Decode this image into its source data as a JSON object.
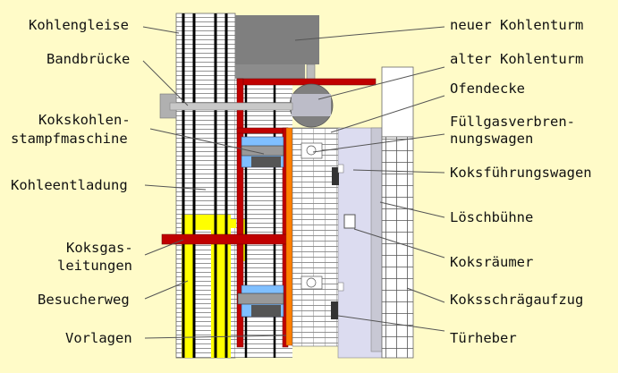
{
  "labels_left": [
    {
      "text": "Kohlengleise"
    },
    {
      "text": "Bandbrücke"
    },
    {
      "text": "Kokskohlen-",
      "text2": "stampfmaschine"
    },
    {
      "text": "Kohleentladung"
    },
    {
      "text": "Koksgas-",
      "text2": "leitungen"
    },
    {
      "text": "Besucherweg"
    },
    {
      "text": "Vorlagen"
    }
  ],
  "labels_right": [
    {
      "text": "neuer Kohlenturm"
    },
    {
      "text": "alter Kohlenturm"
    },
    {
      "text": "Ofendecke"
    },
    {
      "text": "Füllgasverbren-",
      "text2": "nungswagen"
    },
    {
      "text": "Koksführungswagen"
    },
    {
      "text": "Löschbühne"
    },
    {
      "text": "Koksräumer"
    },
    {
      "text": "Koksschrägaufzug"
    },
    {
      "text": "Türheber"
    }
  ],
  "colors": {
    "background": "#fffbc8",
    "gas_pipe": "#c00000",
    "orange_pipe": "#ff7f00",
    "visitor_path": "#ffff00",
    "coal_tower": "#7f7f7f",
    "machine_blue": "#7fbfff",
    "quench_area": "#dcdcf0"
  }
}
